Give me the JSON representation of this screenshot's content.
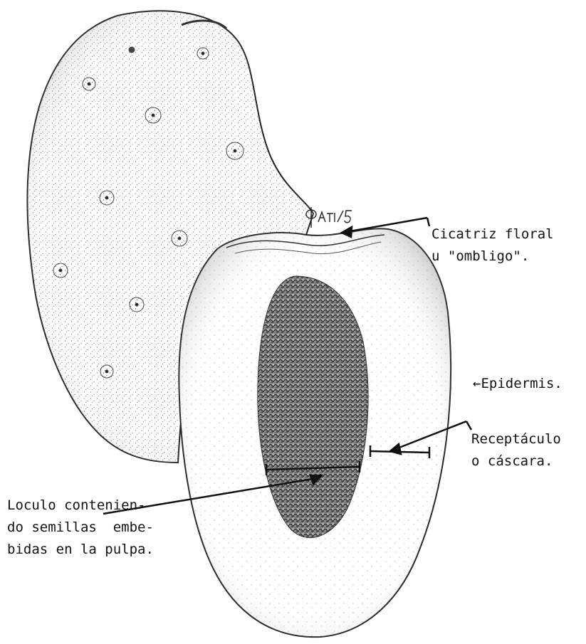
{
  "labels": {
    "cicatriz": [
      "Cicatriz floral",
      "u \"ombligo\"."
    ],
    "epidermis": "←Epidermis.",
    "receptaculo": [
      "Receptáculo",
      "o cáscara."
    ],
    "loculo": [
      "Loculo contenien-",
      "do semillas  embe-",
      "bidas en la pulpa."
    ]
  },
  "signature": "ΦATI/5",
  "colors": {
    "ink": "#111111",
    "paper": "#ffffff"
  }
}
